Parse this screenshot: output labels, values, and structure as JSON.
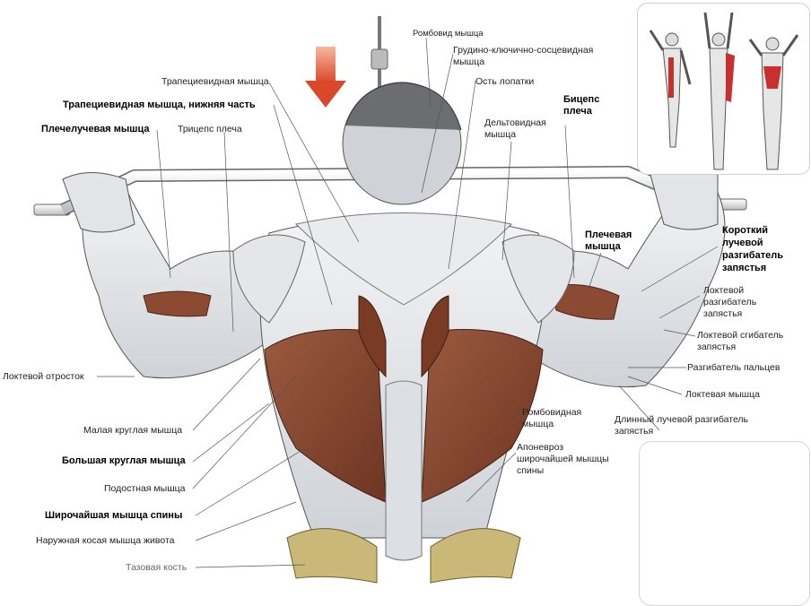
{
  "labels": {
    "l01": "Ромбовид мышца",
    "l02": "Грудино-ключично-сосцевидная мышца",
    "l03": "Ость лопатки",
    "l04": "Трапециевидная мышца",
    "l05": "Трапециевидная мышца, нижняя часть",
    "l06": "Плечелучевая мышца",
    "l07": "Трицепс плеча",
    "l08": "Дельтовидная мышца",
    "l09": "Бицепс плеча",
    "l10": "Плечевая мышца",
    "l11": "Короткий лучевой разгибатель запястья",
    "l12": "Локтевой разгибатель запястья",
    "l13": "Локтевой сгибатель запястья",
    "l14": "Разгибатель пальцев",
    "l15": "Локтевая мышца",
    "l16": "Длинный лучевой разгибатель запястья",
    "l17": "Ромбовидная мышца",
    "l18": "Апоневроз широчайшей мышцы спины",
    "l19": "Локтевой отросток",
    "l20": "Малая круглая мышца",
    "l21": "Большая круглая мышца",
    "l22": "Подостная мышца",
    "l23": "Широчайшая мышца спины",
    "l24": "Наружная косая мышца живота",
    "l25": "Тазовая кость"
  },
  "colors": {
    "arrow": "#d9482b",
    "skin": "#e7e9ec",
    "muscle_red": "#8c4a32",
    "muscle_highlight": "#c8302e",
    "bone": "#c9b878"
  }
}
